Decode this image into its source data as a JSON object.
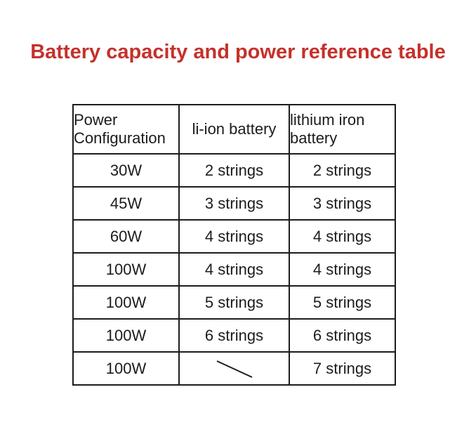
{
  "title": "Battery capacity and power reference table",
  "colors": {
    "title_red": "#c5312b",
    "border": "#1c1c1c",
    "text": "#1c1c1c",
    "background": "#ffffff"
  },
  "table": {
    "headers": [
      "Power Configuration",
      "li-ion battery",
      "lithium iron battery"
    ],
    "rows": [
      [
        "30W",
        "2 strings",
        "2 strings"
      ],
      [
        "45W",
        "3 strings",
        "3 strings"
      ],
      [
        "60W",
        "4 strings",
        "4 strings"
      ],
      [
        "100W",
        "4 strings",
        "4 strings"
      ],
      [
        "100W",
        "5 strings",
        "5 strings"
      ],
      [
        "100W",
        "6 strings",
        "6 strings"
      ],
      [
        "100W",
        "",
        "7 strings"
      ]
    ],
    "empty_cell": {
      "row": 6,
      "col": 1,
      "marker": "diagonal-slash-icon"
    }
  }
}
